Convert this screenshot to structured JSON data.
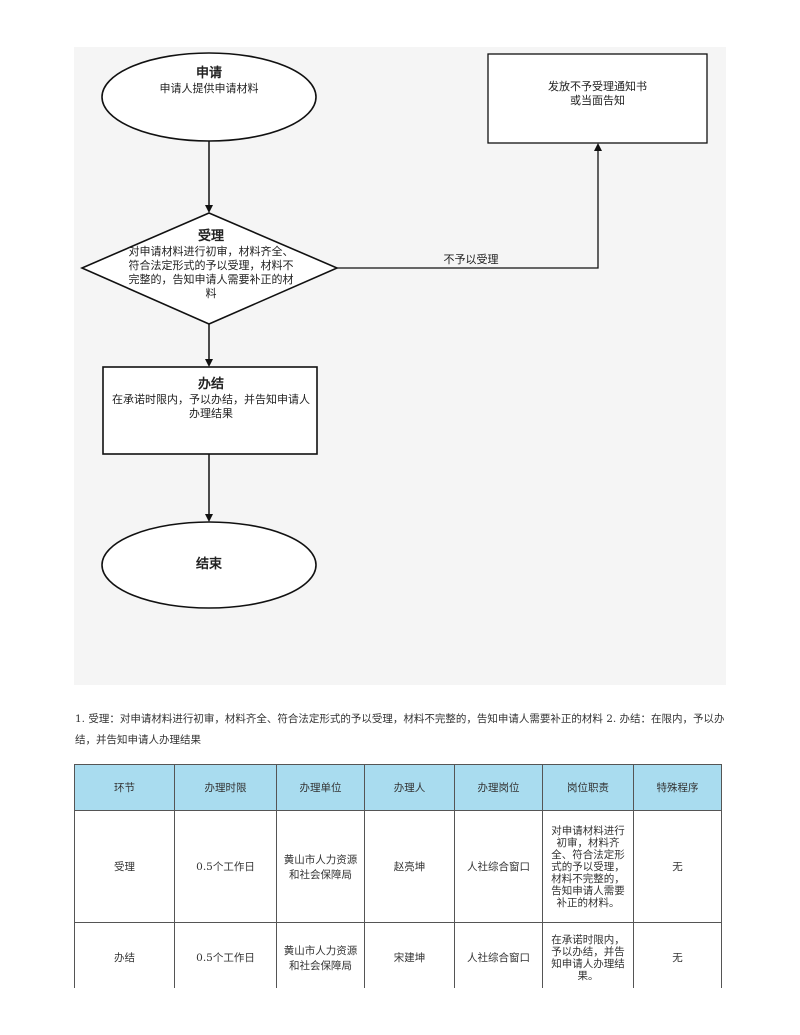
{
  "flowchart": {
    "apply": {
      "title": "申请",
      "text": "申请人提供申请材料"
    },
    "reject_box": {
      "text_line1": "发放不予受理通知书",
      "text_line2": "或当面告知"
    },
    "accept": {
      "title": "受理",
      "text": "对申请材料进行初审，材料齐全、符合法定形式的予以受理，材料不完整的，告知申请人需要补正的材料"
    },
    "reject_label": "不予以受理",
    "finish": {
      "title": "办结",
      "text": "在承诺时限内，予以办结，并告知申请人办理结果"
    },
    "end": {
      "title": "结束"
    }
  },
  "description": "1. 受理：对申请材料进行初审，材料齐全、符合法定形式的予以受理，材料不完整的，告知申请人需要补正的材料 2. 办结：在限内，予以办结，并告知申请人办理结果",
  "table": {
    "headers": [
      "环节",
      "办理时限",
      "办理单位",
      "办理人",
      "办理岗位",
      "岗位职责",
      "特殊程序"
    ],
    "rows": [
      [
        "受理",
        "0.5个工作日",
        "黄山市人力资源和社会保障局",
        "赵亮坤",
        "人社综合窗口",
        "对申请材料进行初审，材料齐全、符合法定形式的予以受理，材料不完整的，告知申请人需要补正的材料。",
        "无"
      ],
      [
        "办结",
        "0.5个工作日",
        "黄山市人力资源和社会保障局",
        "宋建坤",
        "人社综合窗口",
        "在承诺时限内，予以办结，并告知申请人办理结果。",
        "无"
      ]
    ],
    "header_color": "#a9dcef"
  }
}
